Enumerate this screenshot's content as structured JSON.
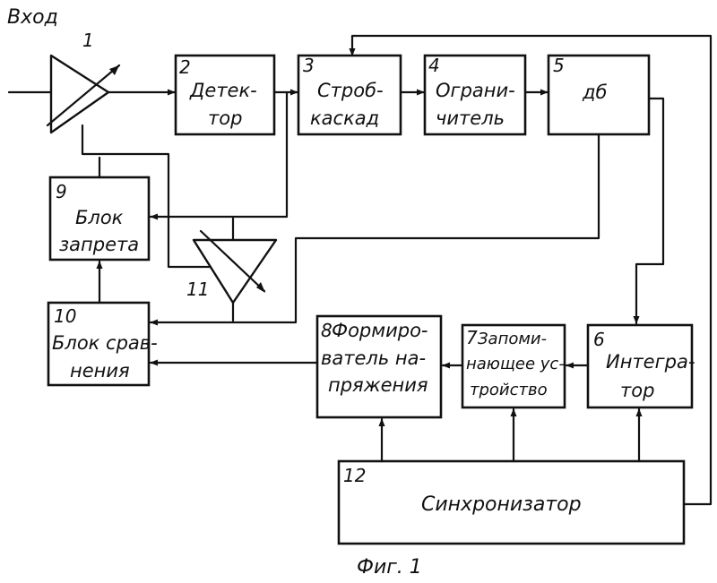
{
  "input_label": "Вход",
  "figure_caption": "Фиг. 1",
  "blocks": {
    "amp1": {
      "num": "1",
      "lines": []
    },
    "b2": {
      "num": "2",
      "lines": [
        "Детек-",
        "тор"
      ]
    },
    "b3": {
      "num": "3",
      "lines": [
        "Строб-",
        "каскад"
      ]
    },
    "b4": {
      "num": "4",
      "lines": [
        "Ограни-",
        "читель"
      ]
    },
    "b5": {
      "num": "5",
      "lines": [
        "дб"
      ]
    },
    "b6": {
      "num": "6",
      "lines": [
        "Интегра-",
        "тор"
      ]
    },
    "b7": {
      "num": "7",
      "lines": [
        "Запоми-",
        "нающее ус-",
        "тройство"
      ]
    },
    "b8": {
      "num": "8",
      "lines": [
        "Формиро-",
        "ватель на-",
        "пряжения"
      ]
    },
    "b9": {
      "num": "9",
      "lines": [
        "Блок",
        "запрета"
      ]
    },
    "b10": {
      "num": "10",
      "lines": [
        "Блок срав-",
        "нения"
      ]
    },
    "amp11": {
      "num": "11",
      "lines": []
    },
    "b12": {
      "num": "12",
      "lines": [
        "Синхронизатор"
      ]
    }
  }
}
